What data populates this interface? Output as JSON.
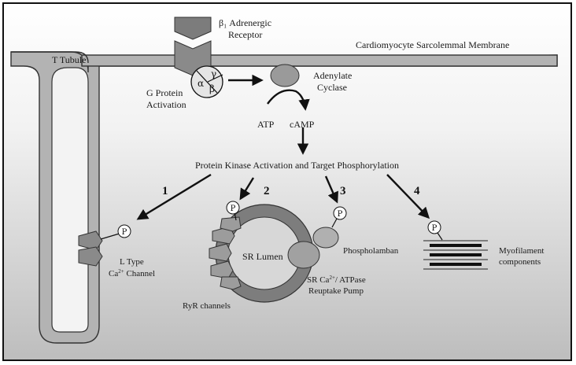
{
  "labels": {
    "receptor_line1": "β₁ Adrenergic",
    "receptor_line2": "Receptor",
    "membrane": "Cardiomyocyte Sarcolemmal Membrane",
    "t_tubule": "T Tubule",
    "g_protein_line1": "G Protein",
    "g_protein_line2": "Activation",
    "adenylate_line1": "Adenylate",
    "adenylate_line2": "Cyclase",
    "atp": "ATP",
    "camp": "cAMP",
    "pka": "Protein  Kinase Activation and Target Phosphorylation",
    "l_type_line1": "L Type",
    "l_type_line2_prefix": "Ca",
    "l_type_line2_sup": "2+",
    "l_type_line2_suffix": " Channel",
    "sr_lumen": "SR Lumen",
    "phospholamban": "Phospholamban",
    "serca_line1_prefix": "SR Ca",
    "serca_line1_sup": "2+",
    "serca_line1_suffix": "/ ATPase",
    "serca_line2": "Reuptake Pump",
    "ryr": "RyR channels",
    "myofilament_line1": "Myofilament",
    "myofilament_line2": "components"
  },
  "subunits": {
    "alpha": "α",
    "beta": "β",
    "gamma": "γ"
  },
  "phosphate_symbol": "P",
  "pathway_numbers": [
    "1",
    "2",
    "3",
    "4"
  ],
  "colors": {
    "bg_top": "#ffffff",
    "bg_bottom": "#bfbfbf",
    "membrane_fill": "#a8a8a8",
    "dark_grey": "#6e6e6e",
    "mid_grey": "#9a9a9a",
    "light_grey": "#d3d3d3",
    "sr_ring": "#7a7a7a",
    "sr_inner": "#d9d9d9",
    "ink": "#111111"
  }
}
